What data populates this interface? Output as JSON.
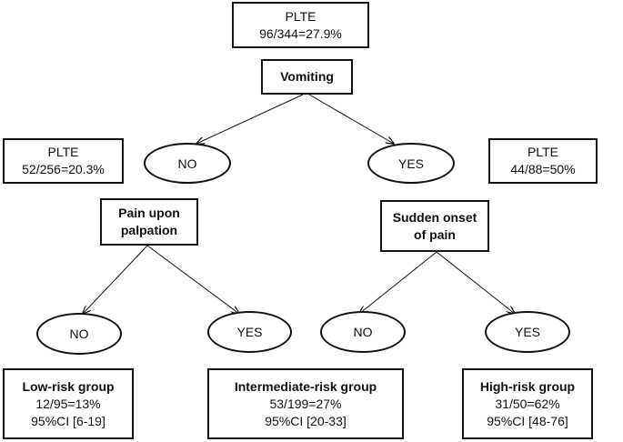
{
  "root": {
    "line1": "PLTE",
    "line2": "96/344=27.9%"
  },
  "vomiting": {
    "label": "Vomiting"
  },
  "left_branch": {
    "stat": {
      "line1": "PLTE",
      "line2": "52/256=20.3%"
    },
    "answer": "NO"
  },
  "right_branch": {
    "stat": {
      "line1": "PLTE",
      "line2": "44/88=50%"
    },
    "answer": "YES"
  },
  "pain_palpation": {
    "line1": "Pain upon",
    "line2": "palpation"
  },
  "sudden_onset": {
    "line1": "Sudden onset",
    "line2": "of pain"
  },
  "leaves": {
    "ll_answer": "NO",
    "lr_answer": "YES",
    "rl_answer": "NO",
    "rr_answer": "YES"
  },
  "groups": {
    "low": {
      "title": "Low-risk group",
      "ratio": "12/95=13%",
      "ci": "95%CI [6-19]"
    },
    "intermediate": {
      "title": "Intermediate-risk group",
      "ratio": "53/199=27%",
      "ci": "95%CI [20-33]"
    },
    "high": {
      "title": "High-risk group",
      "ratio": "31/50=62%",
      "ci": "95%CI [48-76]"
    }
  },
  "colors": {
    "line": "#111111",
    "background": "#ffffff"
  }
}
